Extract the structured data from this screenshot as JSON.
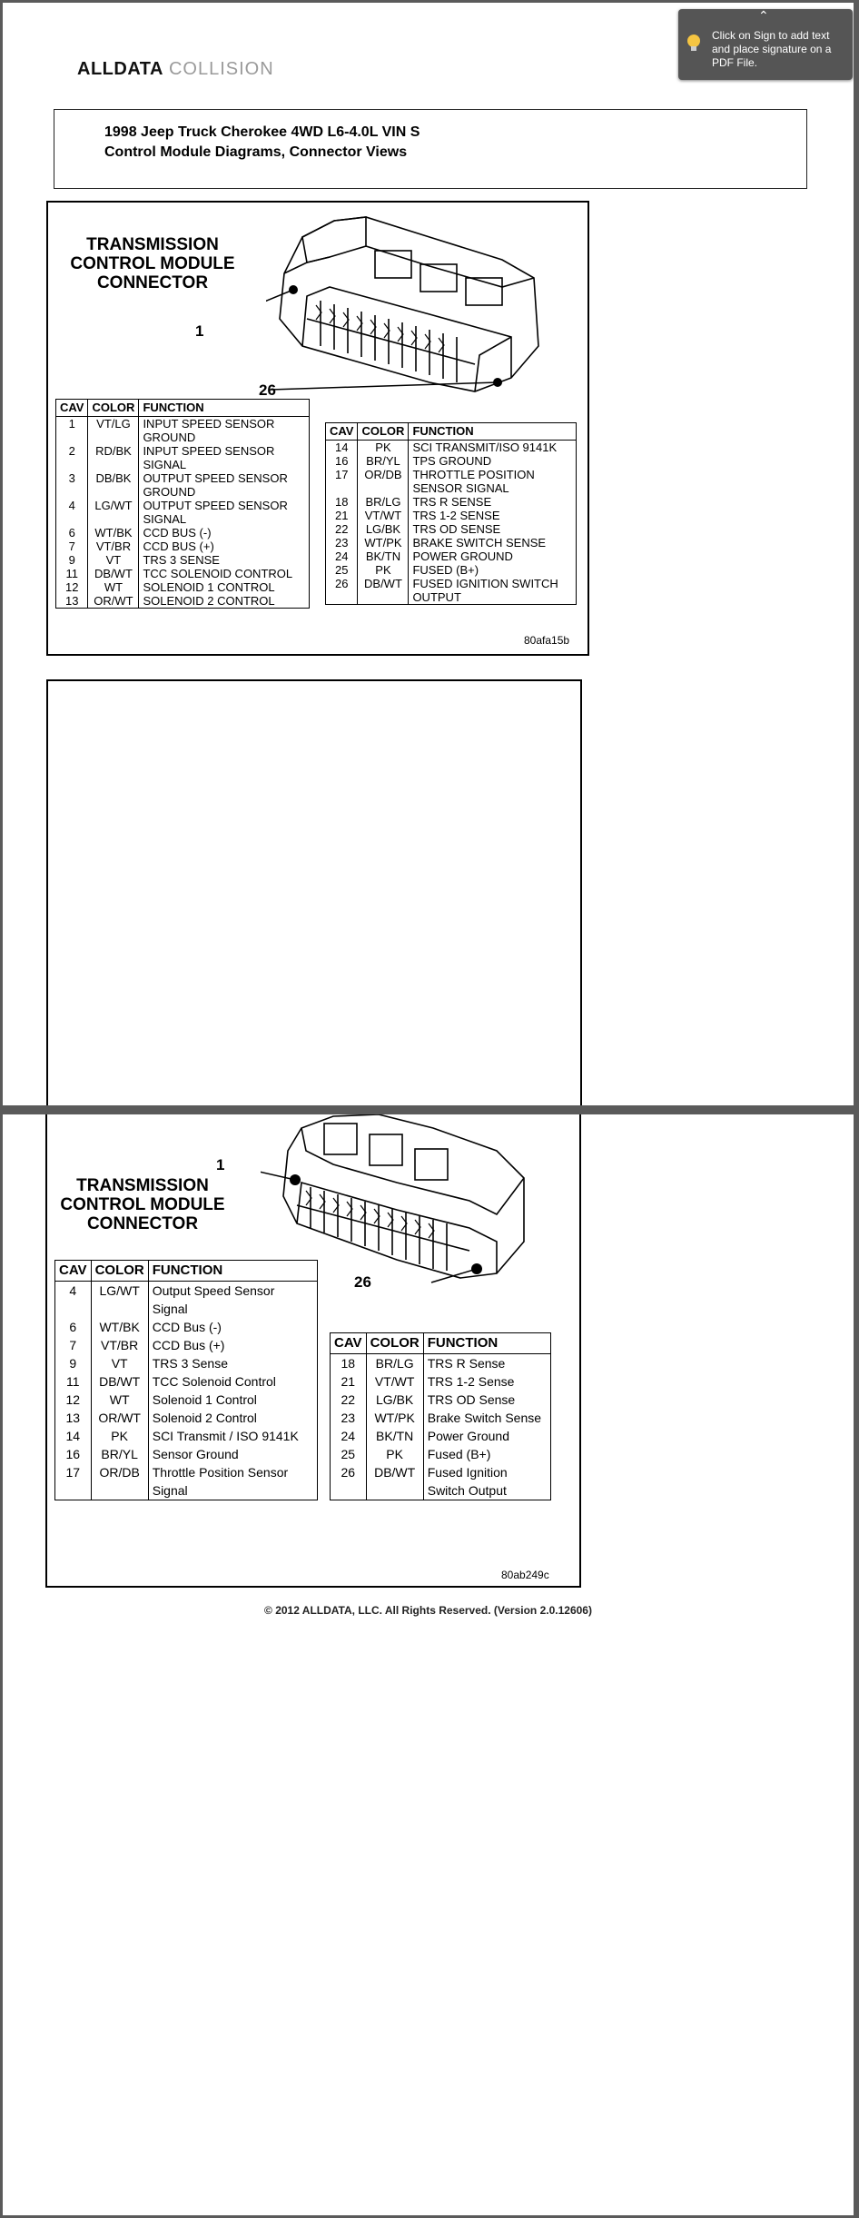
{
  "header": {
    "logo_primary": "ALLDATA",
    "logo_secondary": "COLLISION",
    "title_line1": "1998 Jeep Truck Cherokee 4WD L6-4.0L VIN S",
    "title_line2": "Control Module Diagrams, Connector Views"
  },
  "tooltip": {
    "message": "Click on Sign to add text and place signature on a PDF File.",
    "icon": "lightbulb-icon"
  },
  "diagram1": {
    "title": [
      "TRANSMISSION",
      "CONTROL MODULE",
      "CONNECTOR"
    ],
    "callout_first": "1",
    "callout_last": "26",
    "code": "80afa15b",
    "headers": [
      "CAV",
      "COLOR",
      "FUNCTION"
    ],
    "left_table": [
      [
        "1",
        "VT/LG",
        "INPUT SPEED SENSOR GROUND"
      ],
      [
        "2",
        "RD/BK",
        "INPUT SPEED SENSOR SIGNAL"
      ],
      [
        "3",
        "DB/BK",
        "OUTPUT SPEED SENSOR GROUND"
      ],
      [
        "4",
        "LG/WT",
        "OUTPUT SPEED SENSOR SIGNAL"
      ],
      [
        "6",
        "WT/BK",
        "CCD BUS (-)"
      ],
      [
        "7",
        "VT/BR",
        "CCD BUS (+)"
      ],
      [
        "9",
        "VT",
        "TRS 3 SENSE"
      ],
      [
        "11",
        "DB/WT",
        "TCC SOLENOID CONTROL"
      ],
      [
        "12",
        "WT",
        "SOLENOID 1 CONTROL"
      ],
      [
        "13",
        "OR/WT",
        "SOLENOID 2 CONTROL"
      ]
    ],
    "right_table": [
      [
        "14",
        "PK",
        "SCI TRANSMIT/ISO 9141K"
      ],
      [
        "16",
        "BR/YL",
        "TPS GROUND"
      ],
      [
        "17",
        "OR/DB",
        "THROTTLE POSITION SENSOR SIGNAL"
      ],
      [
        "18",
        "BR/LG",
        "TRS R SENSE"
      ],
      [
        "21",
        "VT/WT",
        "TRS 1-2 SENSE"
      ],
      [
        "22",
        "LG/BK",
        "TRS OD SENSE"
      ],
      [
        "23",
        "WT/PK",
        "BRAKE SWITCH SENSE"
      ],
      [
        "24",
        "BK/TN",
        "POWER GROUND"
      ],
      [
        "25",
        "PK",
        "FUSED (B+)"
      ],
      [
        "26",
        "DB/WT",
        "FUSED IGNITION SWITCH OUTPUT"
      ]
    ]
  },
  "diagram2": {
    "title": [
      "TRANSMISSION",
      "CONTROL MODULE",
      "CONNECTOR"
    ],
    "callout_first": "1",
    "callout_last": "26",
    "code": "80ab249c",
    "headers": [
      "CAV",
      "COLOR",
      "FUNCTION"
    ],
    "left_table": [
      [
        "4",
        "LG/WT",
        "Output Speed Sensor Signal"
      ],
      [
        "6",
        "WT/BK",
        "CCD Bus (-)"
      ],
      [
        "7",
        "VT/BR",
        "CCD Bus (+)"
      ],
      [
        "9",
        "VT",
        "TRS 3 Sense"
      ],
      [
        "11",
        "DB/WT",
        "TCC Solenoid Control"
      ],
      [
        "12",
        "WT",
        "Solenoid 1 Control"
      ],
      [
        "13",
        "OR/WT",
        "Solenoid 2 Control"
      ],
      [
        "14",
        "PK",
        "SCI Transmit / ISO 9141K"
      ],
      [
        "16",
        "BR/YL",
        "Sensor Ground"
      ],
      [
        "17",
        "OR/DB",
        "Throttle Position Sensor Signal"
      ]
    ],
    "right_table": [
      [
        "18",
        "BR/LG",
        "TRS R Sense"
      ],
      [
        "21",
        "VT/WT",
        "TRS 1-2 Sense"
      ],
      [
        "22",
        "LG/BK",
        "TRS OD Sense"
      ],
      [
        "23",
        "WT/PK",
        "Brake Switch Sense"
      ],
      [
        "24",
        "BK/TN",
        "Power Ground"
      ],
      [
        "25",
        "PK",
        "Fused (B+)"
      ],
      [
        "26",
        "DB/WT",
        "Fused Ignition Switch Output"
      ]
    ]
  },
  "footer": {
    "copyright": "© 2012 ALLDATA, LLC. All Rights Reserved.  (Version 2.0.12606)"
  }
}
